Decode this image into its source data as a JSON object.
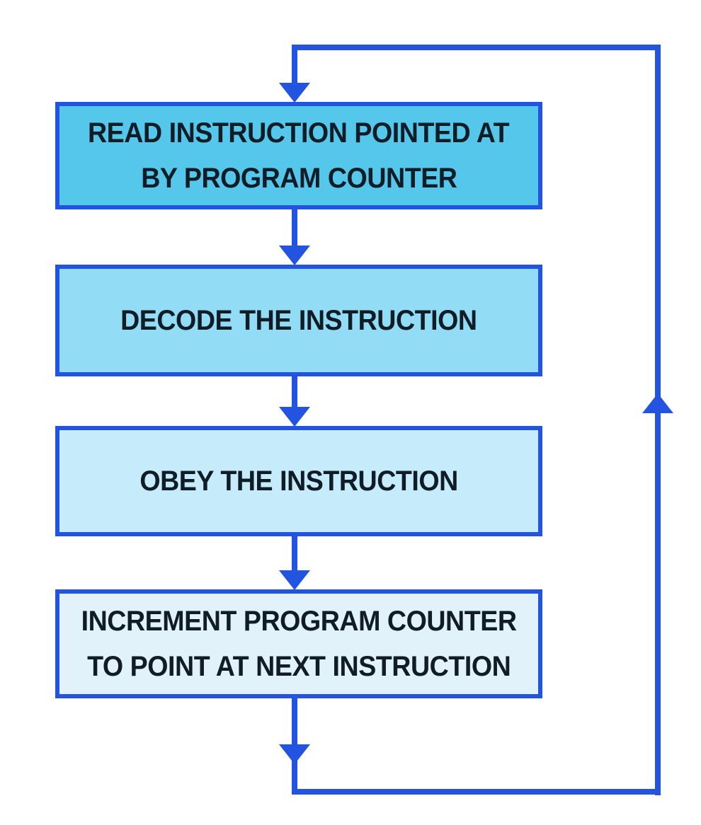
{
  "colors": {
    "line": "#2254df",
    "text": "#101c26",
    "background": "#ffffff",
    "step1_fill": "#54c7eb",
    "step2_fill": "#92ddf5",
    "step3_fill": "#c6ebfa",
    "step4_fill": "#e2f2fb"
  },
  "diagram": {
    "type": "flowchart",
    "flow": "top-to-bottom with loop back from last step to first step via right side",
    "steps": [
      {
        "label": "READ INSTRUCTION POINTED AT BY PROGRAM COUNTER",
        "lines": [
          "READ INSTRUCTION POINTED AT",
          "BY PROGRAM COUNTER"
        ],
        "fill": "#54c7eb"
      },
      {
        "label": "DECODE THE INSTRUCTION",
        "lines": [
          "DECODE THE INSTRUCTION"
        ],
        "fill": "#92ddf5"
      },
      {
        "label": "OBEY THE INSTRUCTION",
        "lines": [
          "OBEY THE INSTRUCTION"
        ],
        "fill": "#c6ebfa"
      },
      {
        "label": "INCREMENT PROGRAM COUNTER TO POINT AT NEXT INSTRUCTION",
        "lines": [
          "INCREMENT PROGRAM COUNTER",
          "TO POINT AT NEXT INSTRUCTION"
        ],
        "fill": "#e2f2fb"
      }
    ]
  }
}
